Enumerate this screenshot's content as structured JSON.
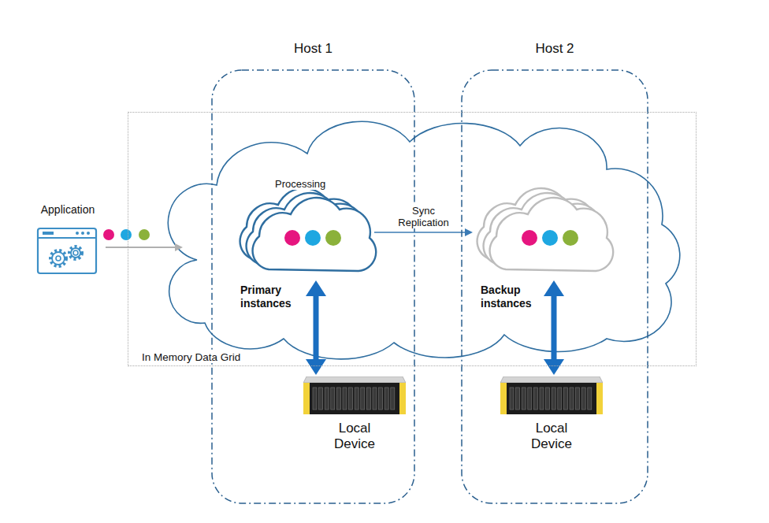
{
  "diagram": {
    "nodes": [
      {
        "text": [
          "Application"
        ]
      },
      {
        "text": [
          "Host 1"
        ]
      },
      {
        "text": [
          "Host 2"
        ]
      },
      {
        "text": [
          "In Memory Data Grid"
        ]
      },
      {
        "text": [
          "Processing",
          "Primary instances"
        ],
        "in": 1
      },
      {
        "text": [
          "Backup instances"
        ],
        "in": 2
      },
      {
        "text": [
          "Local Device"
        ],
        "in": 1
      },
      {
        "text": [
          "Local Device"
        ],
        "in": 2
      }
    ],
    "edges": [
      {
        "from": 0,
        "to": 3,
        "arrow": "to"
      },
      {
        "from": 4,
        "to": 5,
        "label": "Sync Replication",
        "arrow": "to"
      },
      {
        "from": 4,
        "to": 6,
        "arrow": "both"
      },
      {
        "from": 5,
        "to": 7,
        "arrow": "both"
      }
    ]
  }
}
